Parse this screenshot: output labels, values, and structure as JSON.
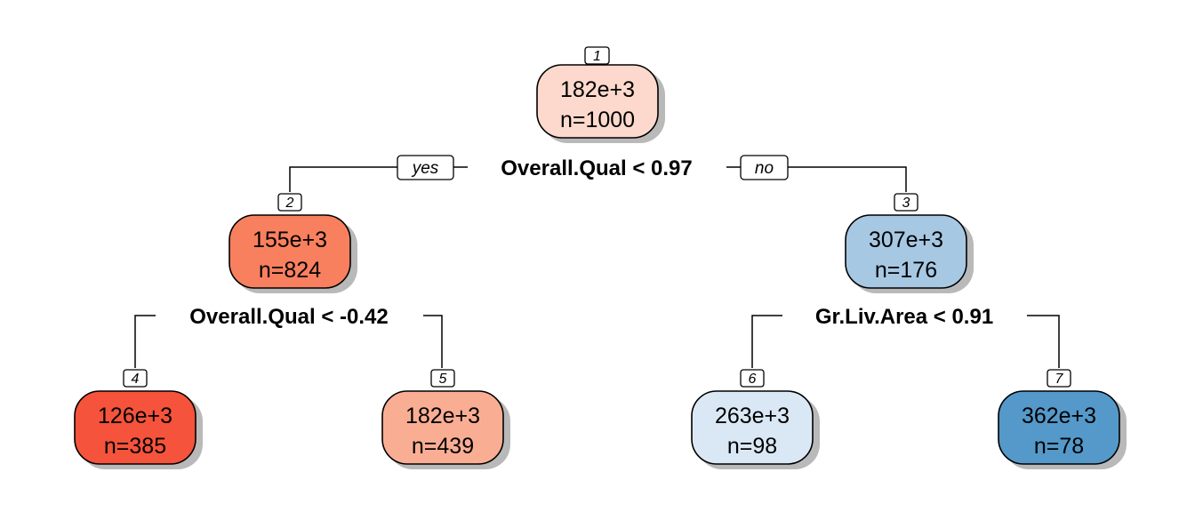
{
  "tree": {
    "nodes": [
      {
        "id": "1",
        "value": "182e+3",
        "count": "n=1000",
        "color": "#fcd9cc"
      },
      {
        "id": "2",
        "value": "155e+3",
        "count": "n=824",
        "color": "#f8805f"
      },
      {
        "id": "3",
        "value": "307e+3",
        "count": "n=176",
        "color": "#a7c8e3"
      },
      {
        "id": "4",
        "value": "126e+3",
        "count": "n=385",
        "color": "#f5533b"
      },
      {
        "id": "5",
        "value": "182e+3",
        "count": "n=439",
        "color": "#f9ae94"
      },
      {
        "id": "6",
        "value": "263e+3",
        "count": "n=98",
        "color": "#dae8f5"
      },
      {
        "id": "7",
        "value": "362e+3",
        "count": "n=78",
        "color": "#5499c9"
      }
    ],
    "splits": [
      {
        "node": "1",
        "label": "Overall.Qual < 0.97",
        "left_child": "2",
        "right_child": "3"
      },
      {
        "node": "2",
        "label": "Overall.Qual < -0.42",
        "left_child": "4",
        "right_child": "5"
      },
      {
        "node": "3",
        "label": "Gr.Liv.Area < 0.91",
        "left_child": "6",
        "right_child": "7"
      }
    ],
    "branch_labels": {
      "yes": "yes",
      "no": "no"
    }
  }
}
